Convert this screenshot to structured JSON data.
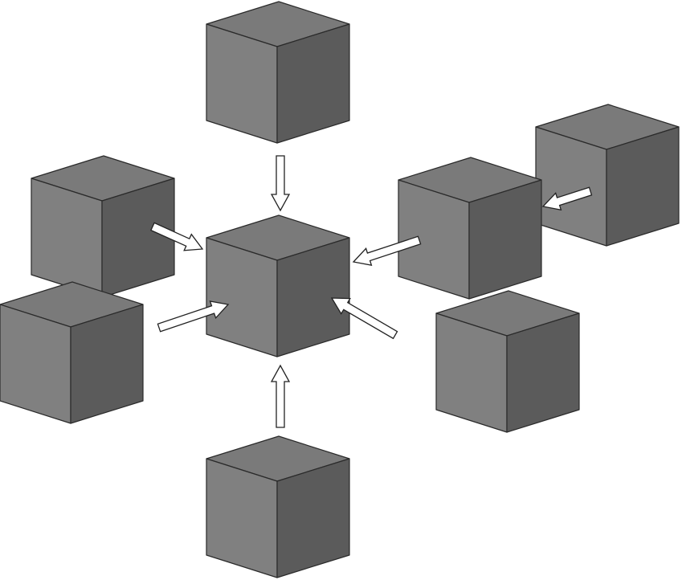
{
  "colors": {
    "background": "#ffffff",
    "cube_top": "#7a7a7a",
    "cube_left": "#808080",
    "cube_right": "#5b5b5b",
    "edge": "#2a2a2a",
    "arrow_fill": "#ffffff",
    "arrow_stroke": "#222222"
  },
  "cubes": [
    {
      "id": "center",
      "role": "target"
    },
    {
      "id": "top",
      "role": "source"
    },
    {
      "id": "bottom",
      "role": "source"
    },
    {
      "id": "upper-left",
      "role": "source"
    },
    {
      "id": "lower-left",
      "role": "source"
    },
    {
      "id": "upper-right",
      "role": "source"
    },
    {
      "id": "far-right",
      "role": "source"
    },
    {
      "id": "lower-right",
      "role": "source"
    }
  ],
  "arrows": [
    {
      "from": "top",
      "to": "center"
    },
    {
      "from": "bottom",
      "to": "center"
    },
    {
      "from": "upper-left",
      "to": "center"
    },
    {
      "from": "lower-left",
      "to": "center"
    },
    {
      "from": "upper-right",
      "to": "center"
    },
    {
      "from": "lower-right",
      "to": "center"
    },
    {
      "from": "far-right",
      "to": "upper-right"
    }
  ]
}
